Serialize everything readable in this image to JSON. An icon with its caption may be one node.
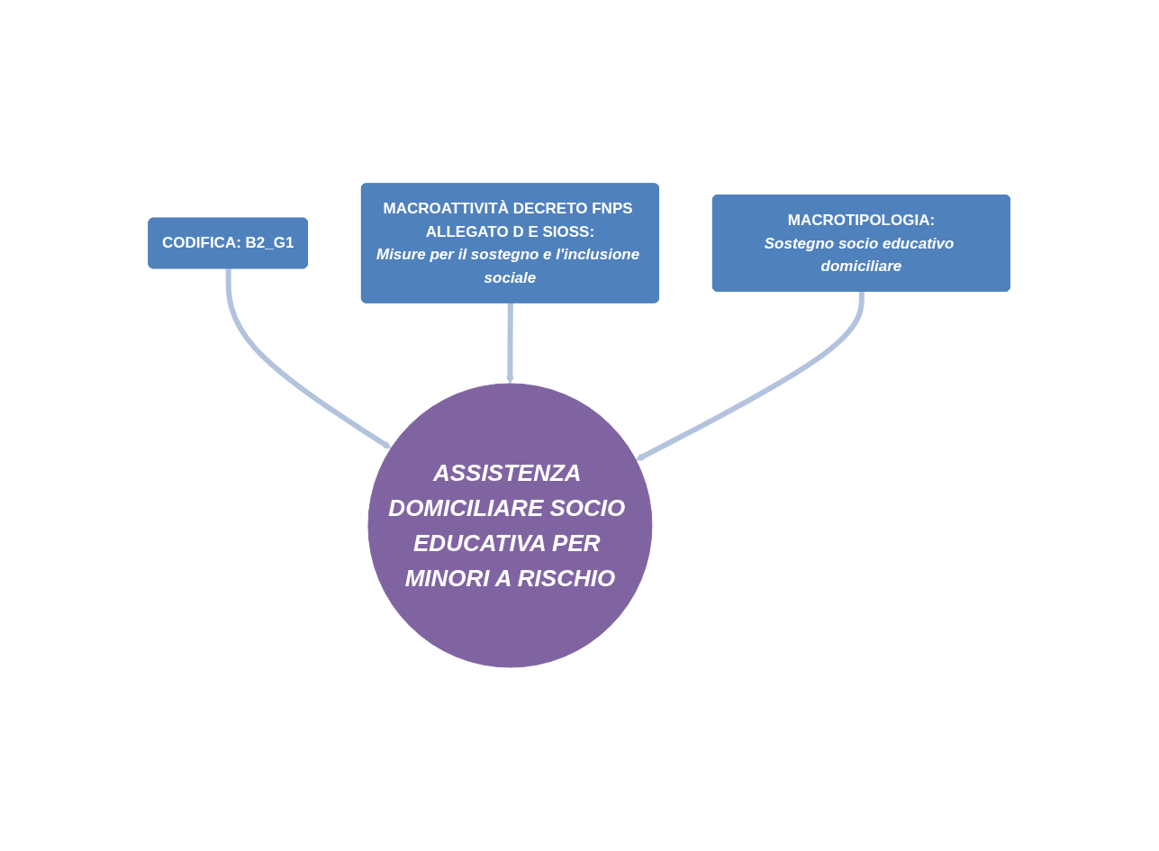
{
  "diagram": {
    "nodes": [
      {
        "text": [
          "CODIFICA: B2_G1"
        ]
      },
      {
        "text": [
          "MACROATTIVITÀ DECRETO FNPS ALLEGATO D E SIOSS:",
          "Misure per il sostegno e l'inclusione sociale"
        ]
      },
      {
        "text": [
          "MACROTIPOLOGIA:",
          "Sostegno socio educativo domiciliare"
        ]
      },
      {
        "text": [
          "ASSISTENZA DOMICILIARE SOCIO EDUCATIVA PER MINORI A RISCHIO"
        ]
      }
    ],
    "edges": [
      {
        "from": 0,
        "to": 3,
        "arrow": "to",
        "color": "#b3c3de"
      },
      {
        "from": 1,
        "to": 3,
        "arrow": "to",
        "color": "#b3c3de"
      },
      {
        "from": 2,
        "to": 3,
        "arrow": "to",
        "color": "#b3c3de"
      }
    ]
  }
}
